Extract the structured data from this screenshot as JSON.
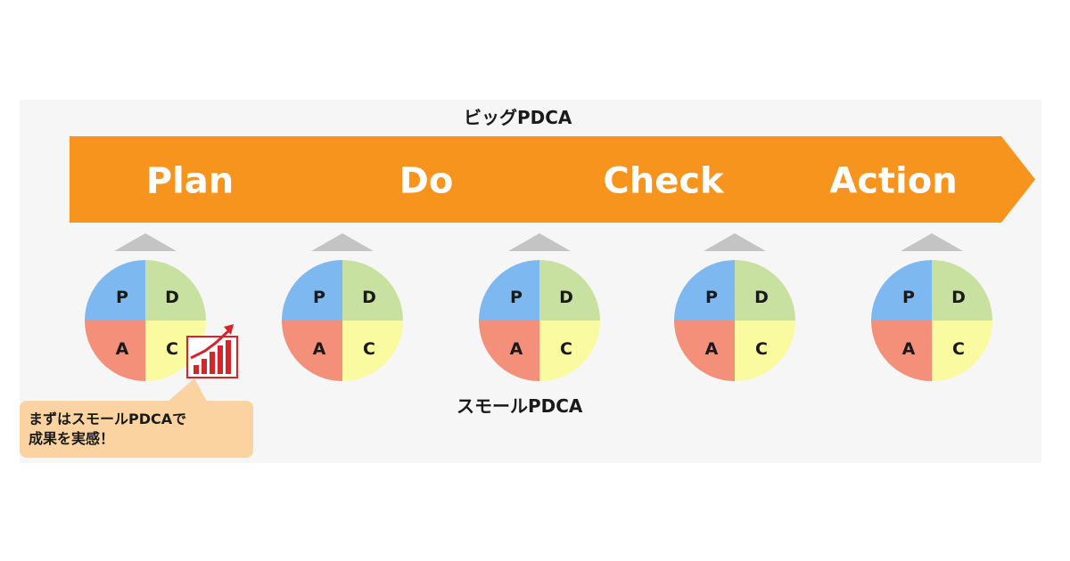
{
  "big_title": "ビッグPDCA",
  "small_title": "スモールPDCA",
  "phases": [
    "Plan",
    "Do",
    "Check",
    "Action"
  ],
  "quadrants": {
    "top_left": "P",
    "top_right": "D",
    "bottom_left": "A",
    "bottom_right": "C"
  },
  "callout": {
    "line1": "まずはスモールPDCAで",
    "line2": "成果を実感！"
  },
  "icons": {
    "growth": "growth-chart-icon"
  },
  "colors": {
    "arrow": "#f7941d",
    "p": "#7eb8f0",
    "d": "#c8e0a0",
    "a": "#f4907a",
    "c": "#fafaa0",
    "callout_bg": "#fbd3a0",
    "accent_red": "#d9232a"
  }
}
